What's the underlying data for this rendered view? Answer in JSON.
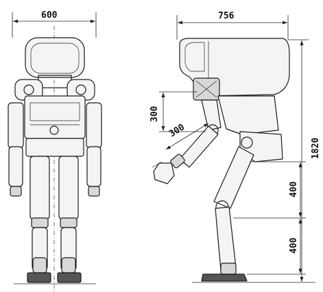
{
  "dimensions": {
    "front_width": "600",
    "side_depth": "756",
    "arm_upper_vertical": "300",
    "arm_upper_diagonal": "300",
    "total_height": "1820",
    "thigh_length": "400",
    "shin_length": "400"
  }
}
